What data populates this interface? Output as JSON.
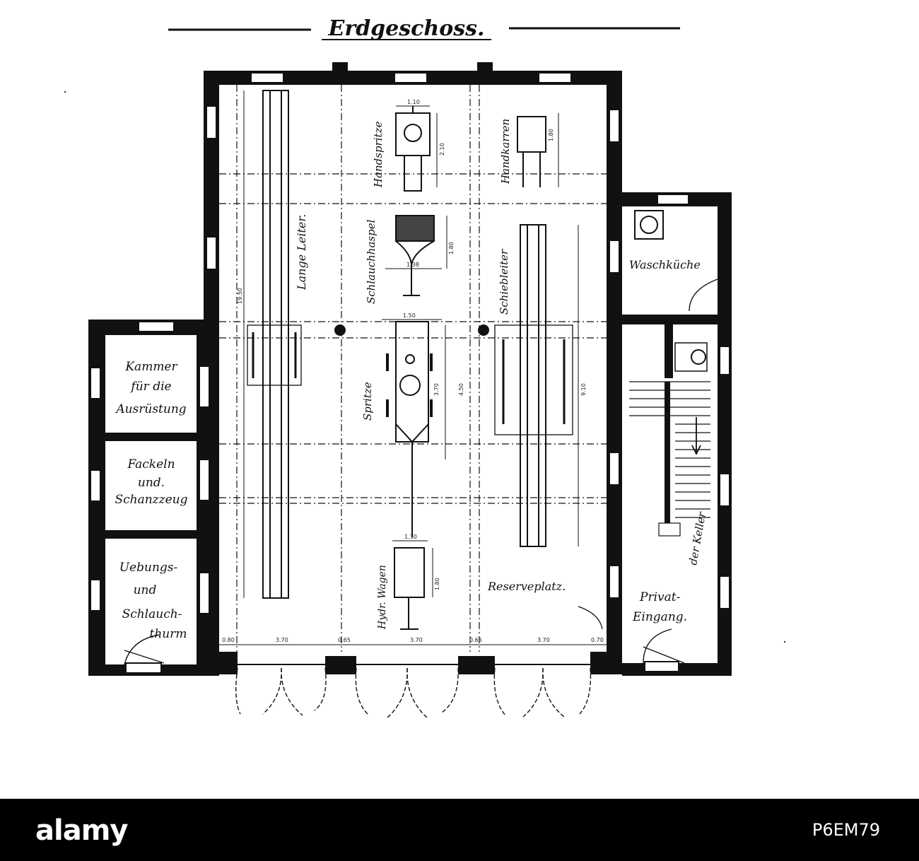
{
  "plan": {
    "title": "Erdgeschoss.",
    "rooms": {
      "kammer": [
        "Kammer",
        "für die",
        "Ausrüstung"
      ],
      "fackeln": [
        "Fackeln",
        "und.",
        "Schanzzeug"
      ],
      "uebungs": [
        "Uebungs-",
        "und",
        "Schlauch-",
        "thurm"
      ],
      "waschkueche": "Waschküche",
      "privat": [
        "Privat-",
        "Eingang."
      ]
    },
    "equipment": {
      "lange_leiter": "Lange Leiter.",
      "handspritze": "Handspritze",
      "handkarren": "Handkarren",
      "schlauchhaspel": "Schlauchhaspel",
      "schiebleiter": "Schiebleiter",
      "spritze": "Spritze",
      "hydr_wagen": "Hydr. Wagen",
      "reserveplatz": "Reserveplatz.",
      "keller": "der Keller"
    },
    "dimensions": {
      "d1": "1.10",
      "d2": "2.10",
      "d3": "1.80",
      "d4": "1.38",
      "d5": "1.50",
      "d6": "3.70",
      "d7": "4.50",
      "d8": "9.10",
      "d9": "1.30",
      "d10": "1.80",
      "d11": "19.50",
      "b1": "0.80",
      "b2": "3.70",
      "b3": "0.65",
      "b4": "3.70",
      "b5": "0.65",
      "b6": "3.70",
      "b7": "0.70"
    }
  },
  "footer": {
    "brand": "alamy",
    "image_code": "P6EM79"
  },
  "colors": {
    "ink": "#111111",
    "paper": "#ffffff",
    "footer_bg": "#000000"
  }
}
